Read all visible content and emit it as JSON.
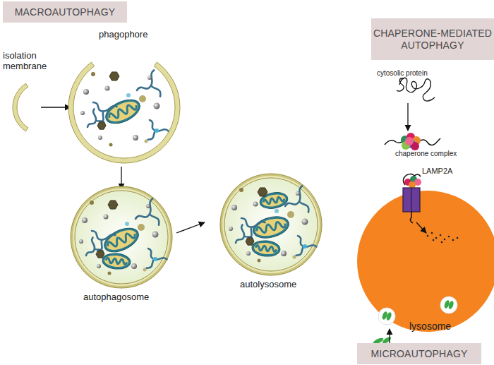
{
  "diagram": {
    "nodes": [
      {
        "text": [
          "MACROAUTOPHAGY"
        ]
      },
      {
        "text": [
          "CHAPERONE-MEDIATED AUTOPHAGY"
        ]
      },
      {
        "text": [
          "MICROAUTOPHAGY"
        ]
      }
    ],
    "labels": [
      "isolation membrane",
      "phagophore",
      "autophagosome",
      "autolysosome",
      "cytosolic protein",
      "chaperone complex",
      "LAMP2A",
      "lysosome"
    ]
  }
}
